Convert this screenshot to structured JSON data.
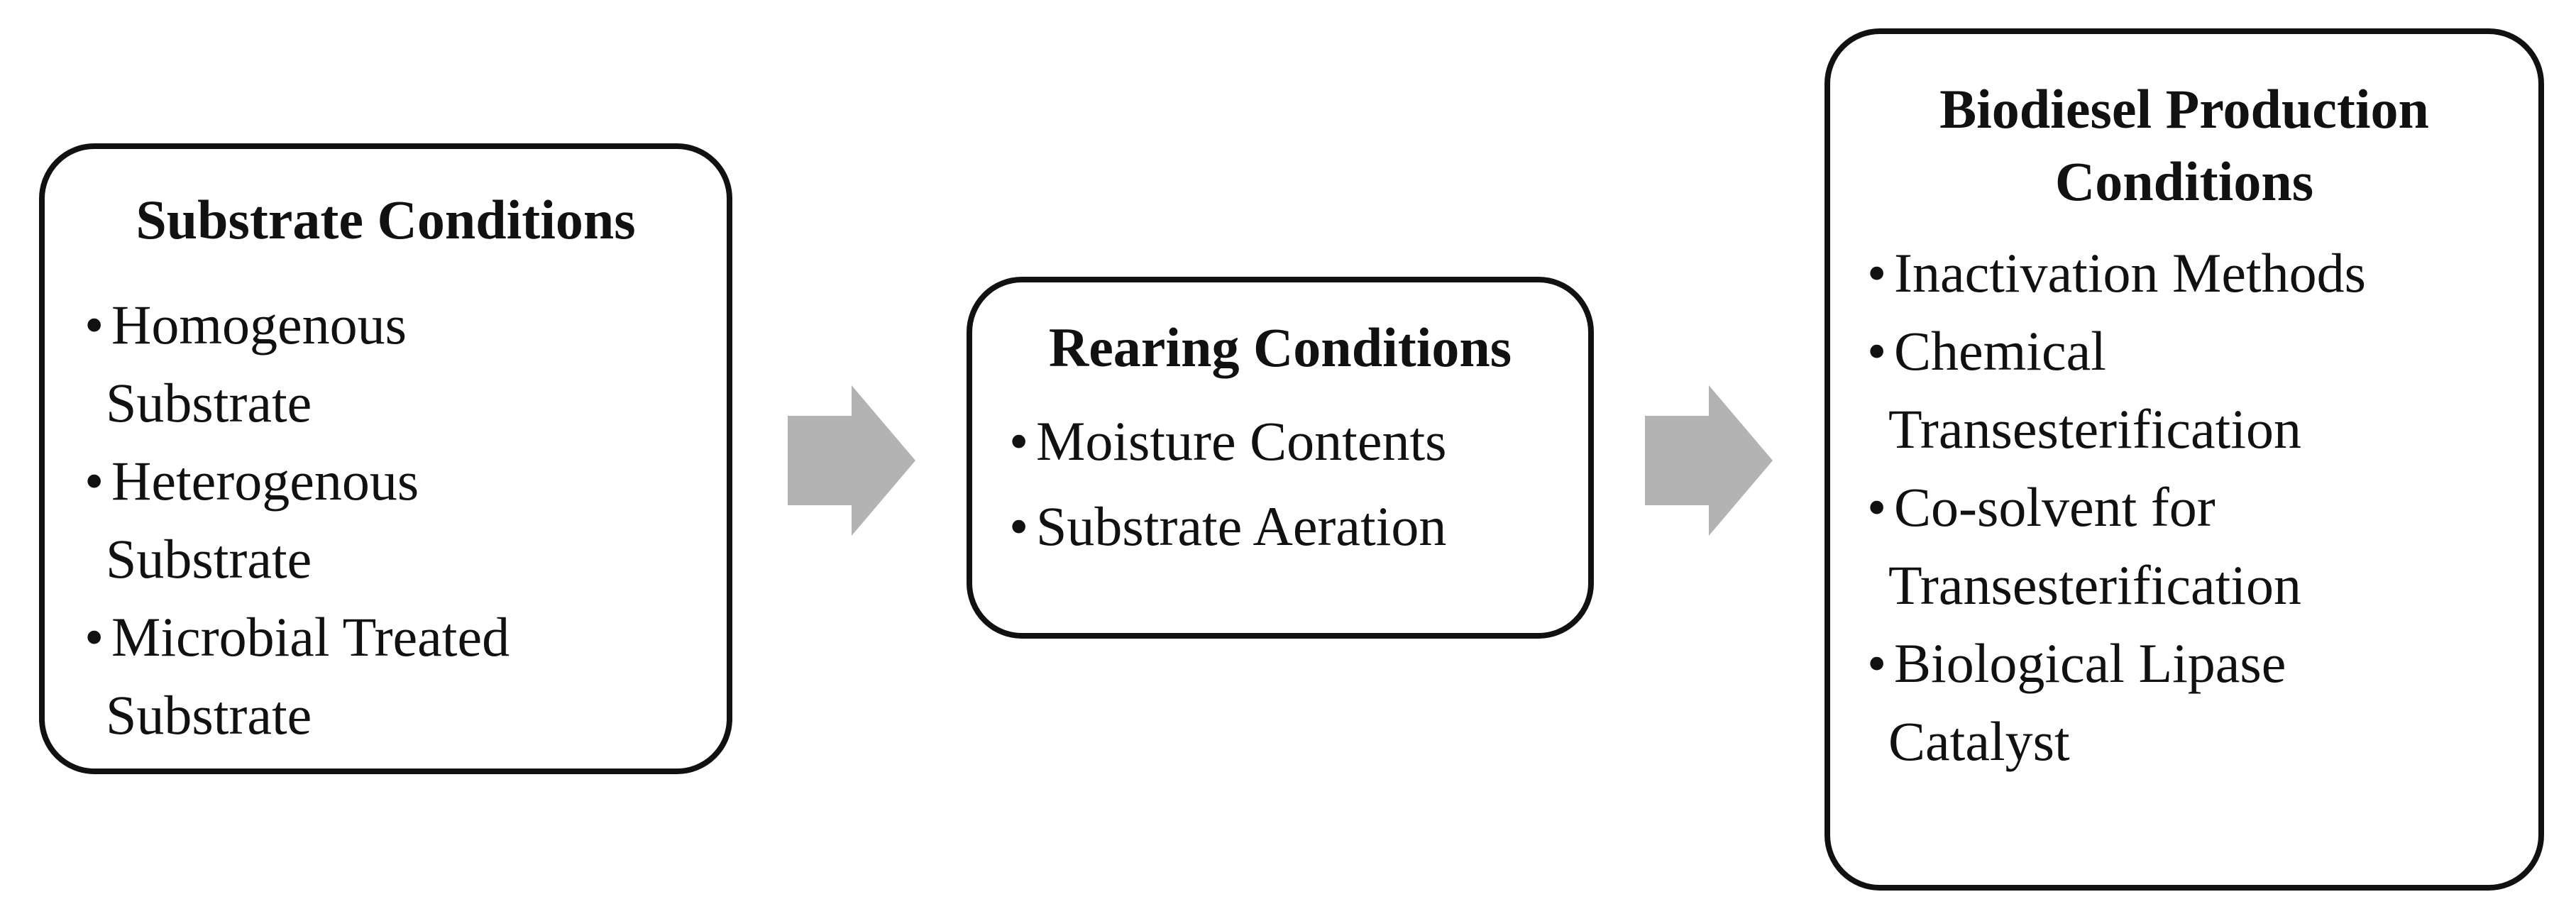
{
  "diagram": {
    "boxes": [
      {
        "id": "substrate",
        "title": "Substrate Conditions",
        "items": [
          {
            "line1": "Homogenous",
            "line2": "Substrate"
          },
          {
            "line1": "Heterogenous",
            "line2": "Substrate"
          },
          {
            "line1": "Microbial Treated",
            "line2": "Substrate"
          }
        ]
      },
      {
        "id": "rearing",
        "title": "Rearing Conditions",
        "items": [
          {
            "line1": "Moisture Contents"
          },
          {
            "line1": "Substrate Aeration"
          }
        ]
      },
      {
        "id": "biodiesel",
        "title_line1": "Biodiesel Production",
        "title_line2": "Conditions",
        "items": [
          {
            "line1": "Inactivation Methods"
          },
          {
            "line1": "Chemical",
            "line2": "Transesterification"
          },
          {
            "line1": "Co-solvent for",
            "line2": "Transesterification"
          },
          {
            "line1": "Biological Lipase",
            "line2": "Catalyst"
          }
        ]
      }
    ],
    "bullet": "•",
    "colors": {
      "border": "#111111",
      "arrow": "#b3b3b3",
      "text": "#111111",
      "background": "#ffffff"
    }
  }
}
